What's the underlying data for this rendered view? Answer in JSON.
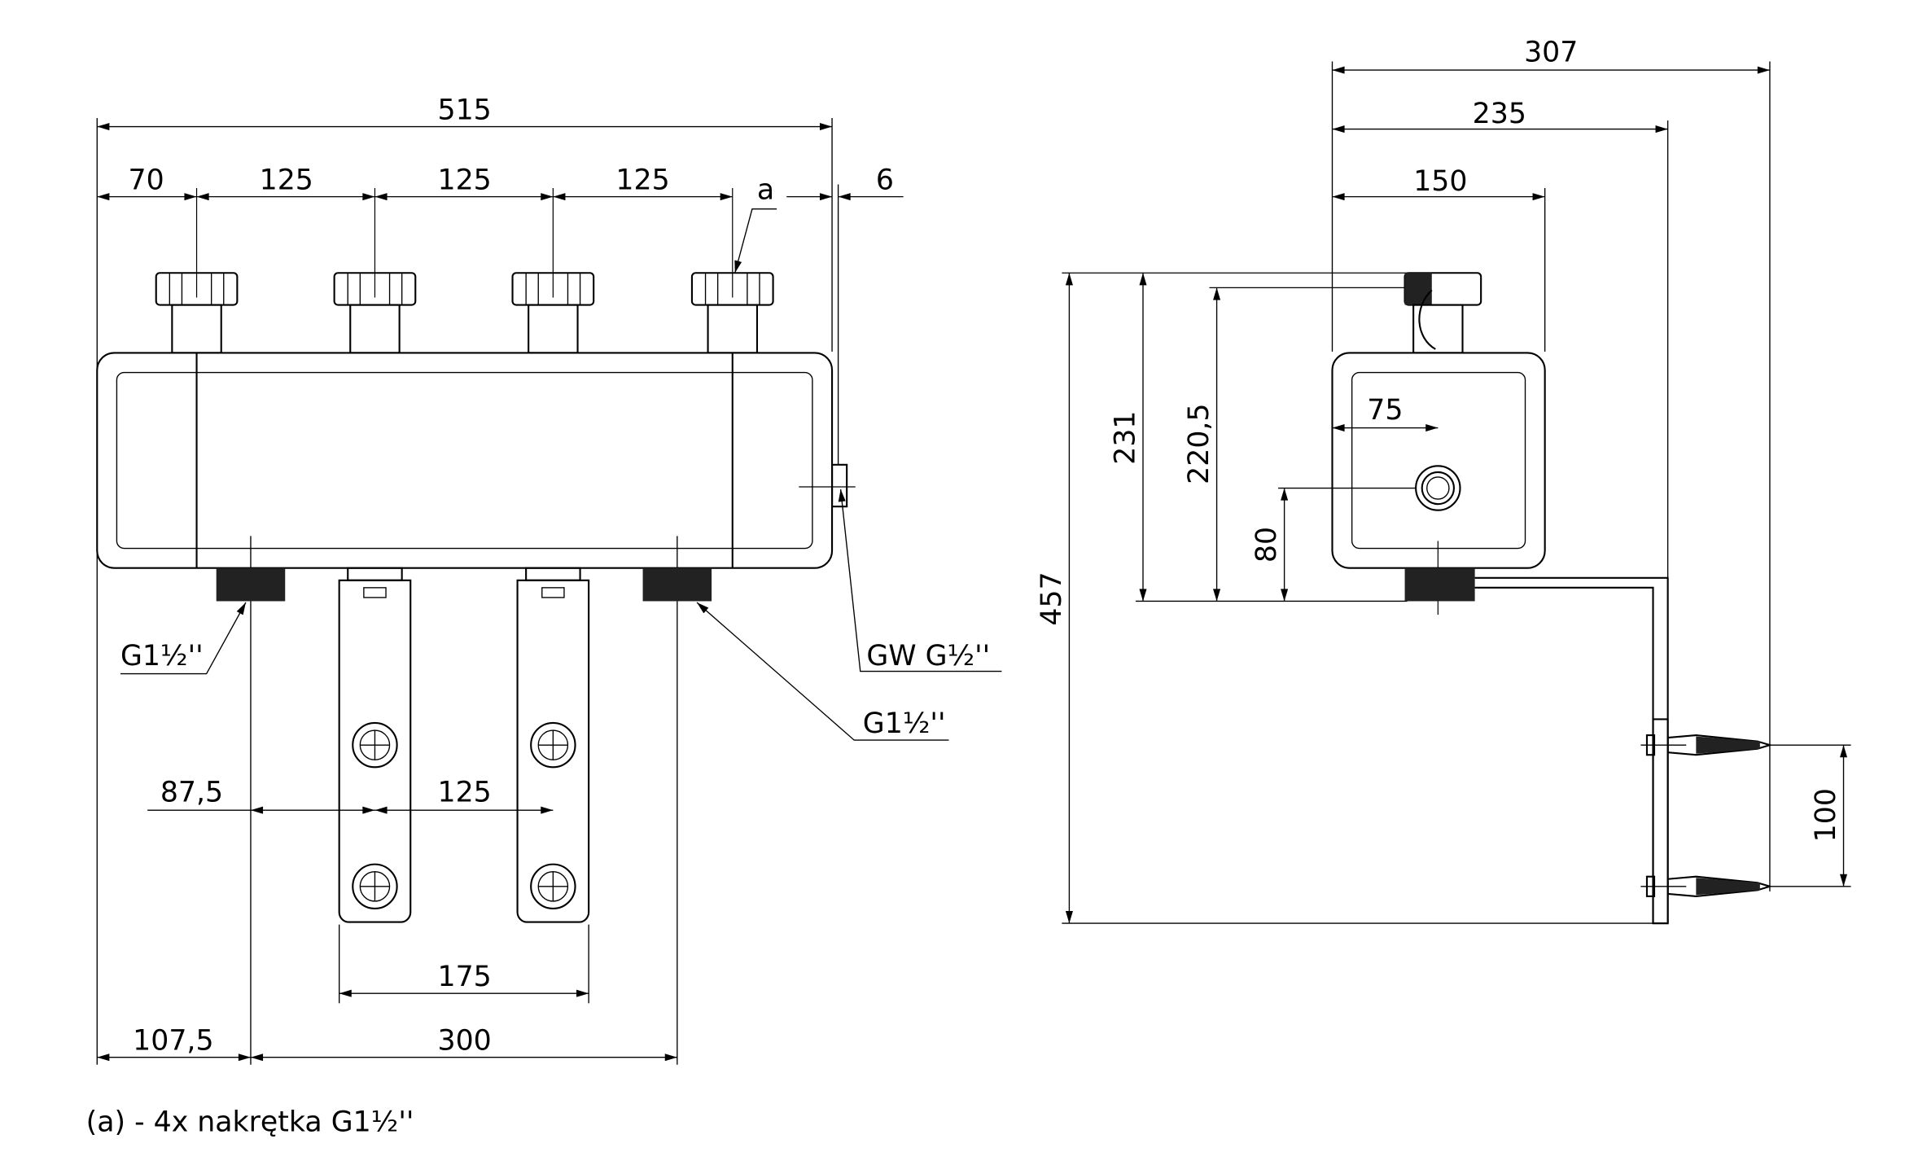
{
  "front_view": {
    "dims": {
      "overall_width": "515",
      "d70": "70",
      "d125_1": "125",
      "d125_2": "125",
      "d125_3": "125",
      "a_label": "a",
      "d6": "6",
      "d87_5": "87,5",
      "d125_bracket": "125",
      "d175": "175",
      "d107_5": "107,5",
      "d300": "300"
    },
    "callouts": {
      "left_port": "G1½''",
      "right_port": "G1½''",
      "side_port": "GW G½''"
    }
  },
  "side_view": {
    "dims": {
      "d307": "307",
      "d235": "235",
      "d150": "150",
      "d75": "75",
      "d80": "80",
      "d220_5": "220,5",
      "d231": "231",
      "d457": "457",
      "d100": "100"
    }
  },
  "footnote": "(a) - 4x nakrętka G1½''"
}
